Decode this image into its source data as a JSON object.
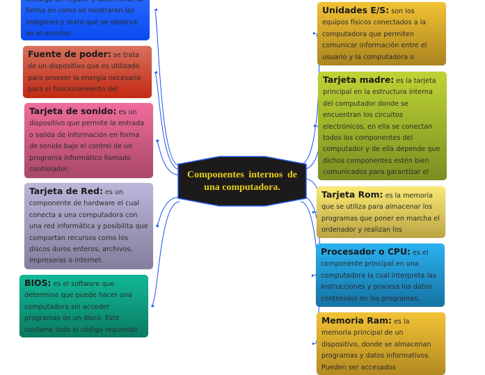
{
  "center": {
    "title": "Componentes internos de una computadora.",
    "color": "#1c1a1a",
    "text_color": "#e8d020"
  },
  "left": [
    {
      "title": "",
      "text": "encarga de regular y determinar la forma en como se mostraran las imágenes y texto que se observa en el monitor.",
      "colors": [
        "#2a6cff",
        "#0a4af0"
      ]
    },
    {
      "title": "Fuente de poder:",
      "text": "se trata de un dispositivo que es utilizado para proveer la energía necesaria para el funcionamiento del ordenador.",
      "colors": [
        "#d8705c",
        "#c22a14"
      ]
    },
    {
      "title": "Tarjeta de sonido:",
      "text": "es un dispositivo que permite la entrada o salida de información en forma de sonido bajo el control de un programa informático llamado controlador.",
      "colors": [
        "#f06c9c",
        "#a84868"
      ]
    },
    {
      "title": "Tarjeta de Red:",
      "text": "es un componente de hardware el cual conecta a una computadora con una red informática y posibilita que compartan recursos como los discos duros enteros, archivos, impresoras o internet.",
      "colors": [
        "#beb6da",
        "#857d9c"
      ]
    },
    {
      "title": "BIOS:",
      "text": "es el software que determina que puede hacer una computadora sin acceder programas de un disco. Este contiene todo el código requerido para controlar el hardware.",
      "colors": [
        "#12b896",
        "#0a7a62"
      ]
    }
  ],
  "right": [
    {
      "title": "Unidades E/S:",
      "text": "son los equipos físicos conectados a la computadora que permiten comunicar información entre el usuario y la computadora o manejar un soporte de información.",
      "colors": [
        "#f2c234",
        "#aa8420"
      ]
    },
    {
      "title": "Tarjeta madre:",
      "text": "es la tarjeta principal en la estructura interna del computador donde se encuentran los circuitos electrónicos, en ella se conectan todos los componentes del computador y de ella depende que dichos componentes estén bien comunicados para garantizar el funcionamiento del sistema.",
      "colors": [
        "#bed434",
        "#7c8e22"
      ]
    },
    {
      "title": "Tarjeta Rom:",
      "text": "es la memoria que se utiliza para almacenar los programas que poner en marcha el ordenador y realizan los diagnósticos.",
      "colors": [
        "#fae974",
        "#bba444"
      ]
    },
    {
      "title": "Procesador o CPU:",
      "text": "es el componente principal en una computadora la cual interpreta las instrucciones y procesa los datos contenidos en los programas.",
      "colors": [
        "#2ab2f2",
        "#1672a2"
      ]
    },
    {
      "title": "Memoria Ram:",
      "text": "es la memoria principal de un dispositivo, donde se almacenan programas y datos informativos. Pueden ser accesados",
      "colors": [
        "#f2c234",
        "#b28a22"
      ]
    }
  ],
  "connector_color": "#1a50f0"
}
